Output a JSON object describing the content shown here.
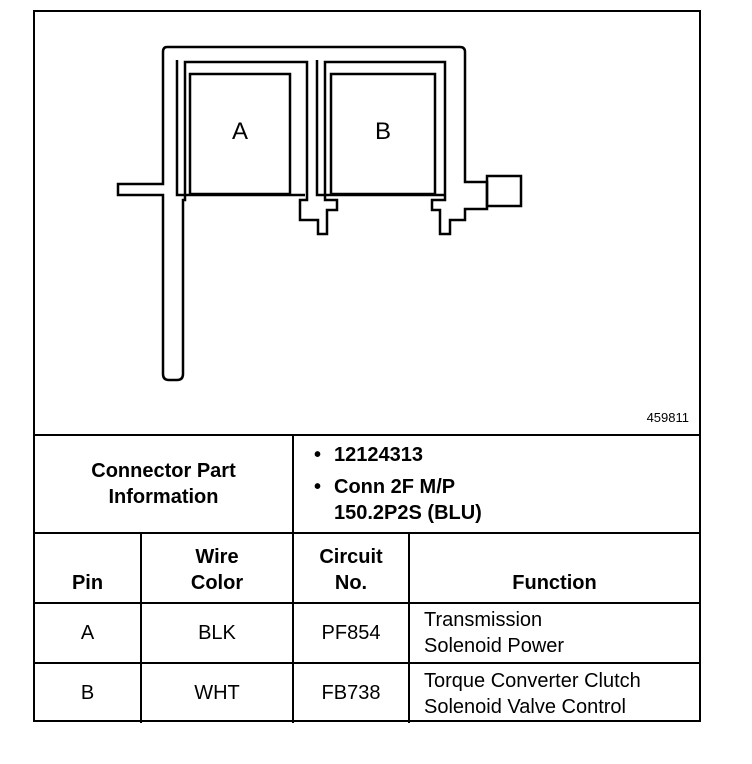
{
  "figure_id": "459811",
  "cavities": {
    "a_label": "A",
    "b_label": "B"
  },
  "part_info": {
    "heading": "Connector Part Information",
    "bullet": "•",
    "items": [
      "12124313",
      "Conn 2F M/P 150.2P2S (BLU)"
    ]
  },
  "headers": {
    "pin": "Pin",
    "wire_color": "Wire Color",
    "circuit": "Circuit No.",
    "function": "Function"
  },
  "rows": [
    {
      "pin": "A",
      "wire": "BLK",
      "circuit": "PF854",
      "function": "Transmission Solenoid Power"
    },
    {
      "pin": "B",
      "wire": "WHT",
      "circuit": "FB738",
      "function": "Torque Converter Clutch Solenoid Valve Control"
    }
  ]
}
